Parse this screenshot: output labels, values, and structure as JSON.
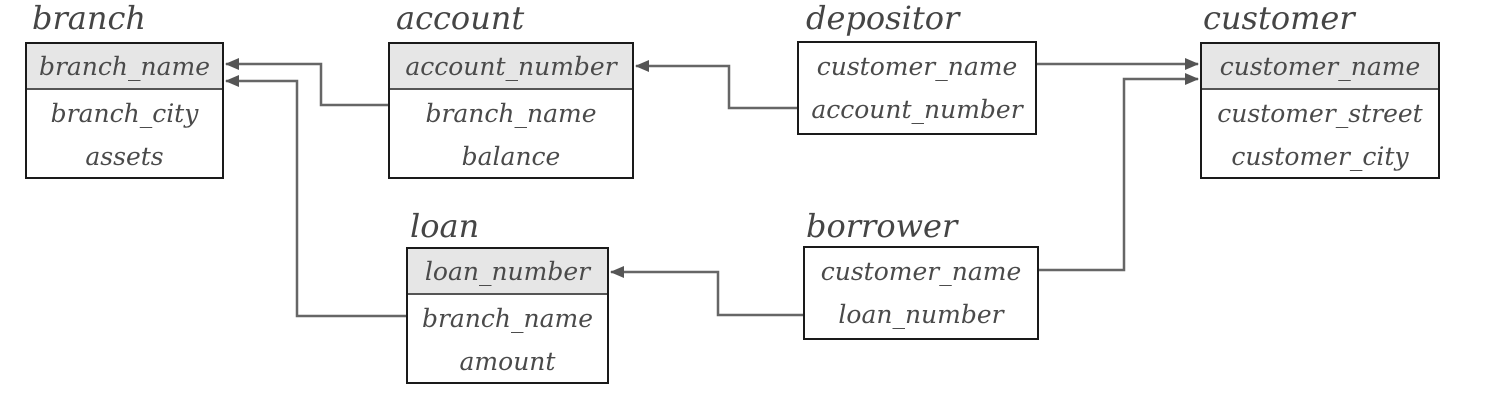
{
  "tables": {
    "branch": {
      "name": "branch",
      "primary_key": "branch_name",
      "attributes": [
        "branch_city",
        "assets"
      ]
    },
    "account": {
      "name": "account",
      "primary_key": "account_number",
      "attributes": [
        "branch_name",
        "balance"
      ]
    },
    "depositor": {
      "name": "depositor",
      "primary_key": "",
      "attributes": [
        "customer_name",
        "account_number"
      ]
    },
    "customer": {
      "name": "customer",
      "primary_key": "customer_name",
      "attributes": [
        "customer_street",
        "customer_city"
      ]
    },
    "loan": {
      "name": "loan",
      "primary_key": "loan_number",
      "attributes": [
        "branch_name",
        "amount"
      ]
    },
    "borrower": {
      "name": "borrower",
      "primary_key": "",
      "attributes": [
        "customer_name",
        "loan_number"
      ]
    }
  },
  "relationships": [
    {
      "from": "account.branch_name",
      "to": "branch.branch_name"
    },
    {
      "from": "loan.branch_name",
      "to": "branch.branch_name"
    },
    {
      "from": "depositor.account_number",
      "to": "account.account_number"
    },
    {
      "from": "depositor.customer_name",
      "to": "customer.customer_name"
    },
    {
      "from": "borrower.customer_name",
      "to": "customer.customer_name"
    },
    {
      "from": "borrower.loan_number",
      "to": "loan.loan_number"
    }
  ],
  "colors": {
    "key_fill": "#e6e6e6",
    "border": "#1a1a1a",
    "connector": "#555555",
    "text": "#454545"
  }
}
